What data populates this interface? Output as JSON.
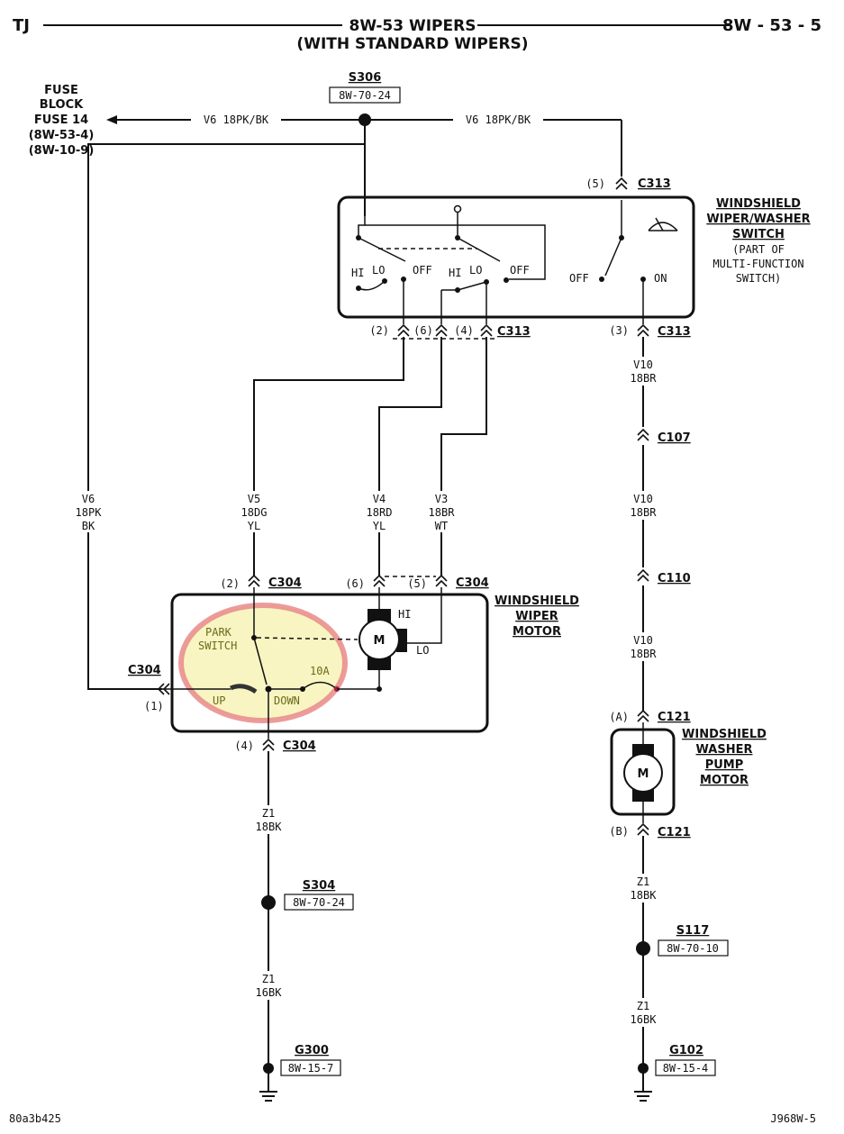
{
  "header": {
    "left": "TJ",
    "title_line1": "8W-53 WIPERS",
    "title_line2": "(WITH STANDARD WIPERS)",
    "right": "8W - 53 - 5"
  },
  "footer": {
    "left": "80a3b425",
    "right": "J968W-5"
  },
  "fuse": {
    "lines": [
      "FUSE",
      "BLOCK",
      "FUSE 14",
      "(8W-53-4)",
      "(8W-10-9)"
    ]
  },
  "splices": {
    "s306": {
      "id": "S306",
      "ref": "8W-70-24"
    },
    "s304": {
      "id": "S304",
      "ref": "8W-70-24"
    },
    "s117": {
      "id": "S117",
      "ref": "8W-70-10"
    },
    "g300": {
      "id": "G300",
      "ref": "8W-15-7"
    },
    "g102": {
      "id": "G102",
      "ref": "8W-15-4"
    }
  },
  "wires": {
    "v6_top_left": "V6 18PK/BK",
    "v6_top_right": "V6 18PK/BK",
    "v6_side": [
      "V6",
      "18PK",
      "BK"
    ],
    "v5": [
      "V5",
      "18DG",
      "YL"
    ],
    "v4": [
      "V4",
      "18RD",
      "YL"
    ],
    "v3": [
      "V3",
      "18BR",
      "WT"
    ],
    "v10_a": [
      "V10",
      "18BR"
    ],
    "v10_b": [
      "V10",
      "18BR"
    ],
    "v10_c": [
      "V10",
      "18BR"
    ],
    "z1_a": [
      "Z1",
      "18BK"
    ],
    "z1_b": [
      "Z1",
      "16BK"
    ],
    "z1_c": [
      "Z1",
      "18BK"
    ],
    "z1_d": [
      "Z1",
      "16BK"
    ]
  },
  "connectors": {
    "c313": "C313",
    "c107": "C107",
    "c110": "C110",
    "c304": "C304",
    "c121": "C121",
    "pins": {
      "p5_top": "(5)",
      "p2": "(2)",
      "p6": "(6)",
      "p4": "(4)",
      "p3": "(3)",
      "m2": "(2)",
      "m6": "(6)",
      "m5": "(5)",
      "m1": "(1)",
      "m4": "(4)",
      "pa": "(A)",
      "pb": "(B)"
    }
  },
  "switch": {
    "name": [
      "WINDSHIELD",
      "WIPER/WASHER",
      "SWITCH"
    ],
    "note": [
      "(PART OF",
      "MULTI-FUNCTION",
      "SWITCH)"
    ],
    "hi": "HI",
    "lo": "LO",
    "off": "OFF",
    "on": "ON"
  },
  "motor": {
    "name": [
      "WINDSHIELD",
      "WIPER",
      "MOTOR"
    ],
    "park": [
      "PARK",
      "SWITCH"
    ],
    "up": "UP",
    "down": "DOWN",
    "breaker": "10A",
    "hi": "HI",
    "lo": "LO",
    "m": "M"
  },
  "pump": {
    "name": [
      "WINDSHIELD",
      "WASHER",
      "PUMP",
      "MOTOR"
    ],
    "m": "M"
  },
  "colors": {
    "highlight_fill": "#f4ee9a",
    "highlight_ring": "#e98a8a",
    "ink": "#111111"
  }
}
